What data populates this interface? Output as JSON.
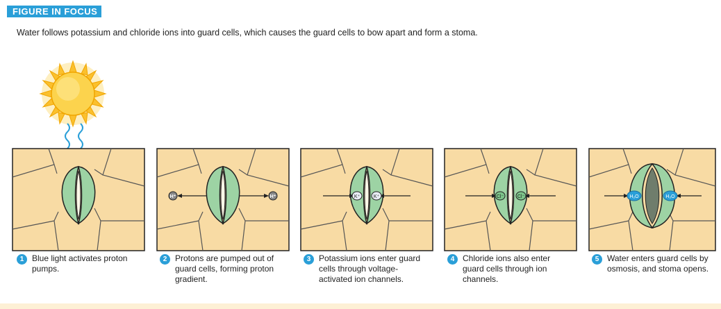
{
  "figure": {
    "heading": "FIGURE IN FOCUS",
    "intro": "Water follows potassium and chloride ions into guard cells, which causes the guard cells to bow apart and form a stoma.",
    "colors": {
      "accent": "#2a9fd8",
      "epidermis_fill": "#f8dba4",
      "guard_cell_fill": "#9dd3a4",
      "sun": "#fbc02d",
      "light_wave": "#2a9fd8",
      "caption_bg": "#fdf0d5"
    }
  },
  "panels": [
    {
      "number": "1",
      "caption": "Blue light activates proton pumps.",
      "icons": [
        "sun-icon",
        "light-wave-icon"
      ]
    },
    {
      "number": "2",
      "caption": "Protons are pumped out of guard cells, forming proton gradient.",
      "ion_label": "H⁺"
    },
    {
      "number": "3",
      "caption": "Potassium ions enter guard cells through voltage-activated ion channels.",
      "ion_label": "K⁺"
    },
    {
      "number": "4",
      "caption": "Chloride ions also enter guard cells through ion channels.",
      "ion_label": "Cl⁻"
    },
    {
      "number": "5",
      "caption": "Water enters guard cells by osmosis, and stoma opens.",
      "ion_label": "H₂O"
    }
  ]
}
